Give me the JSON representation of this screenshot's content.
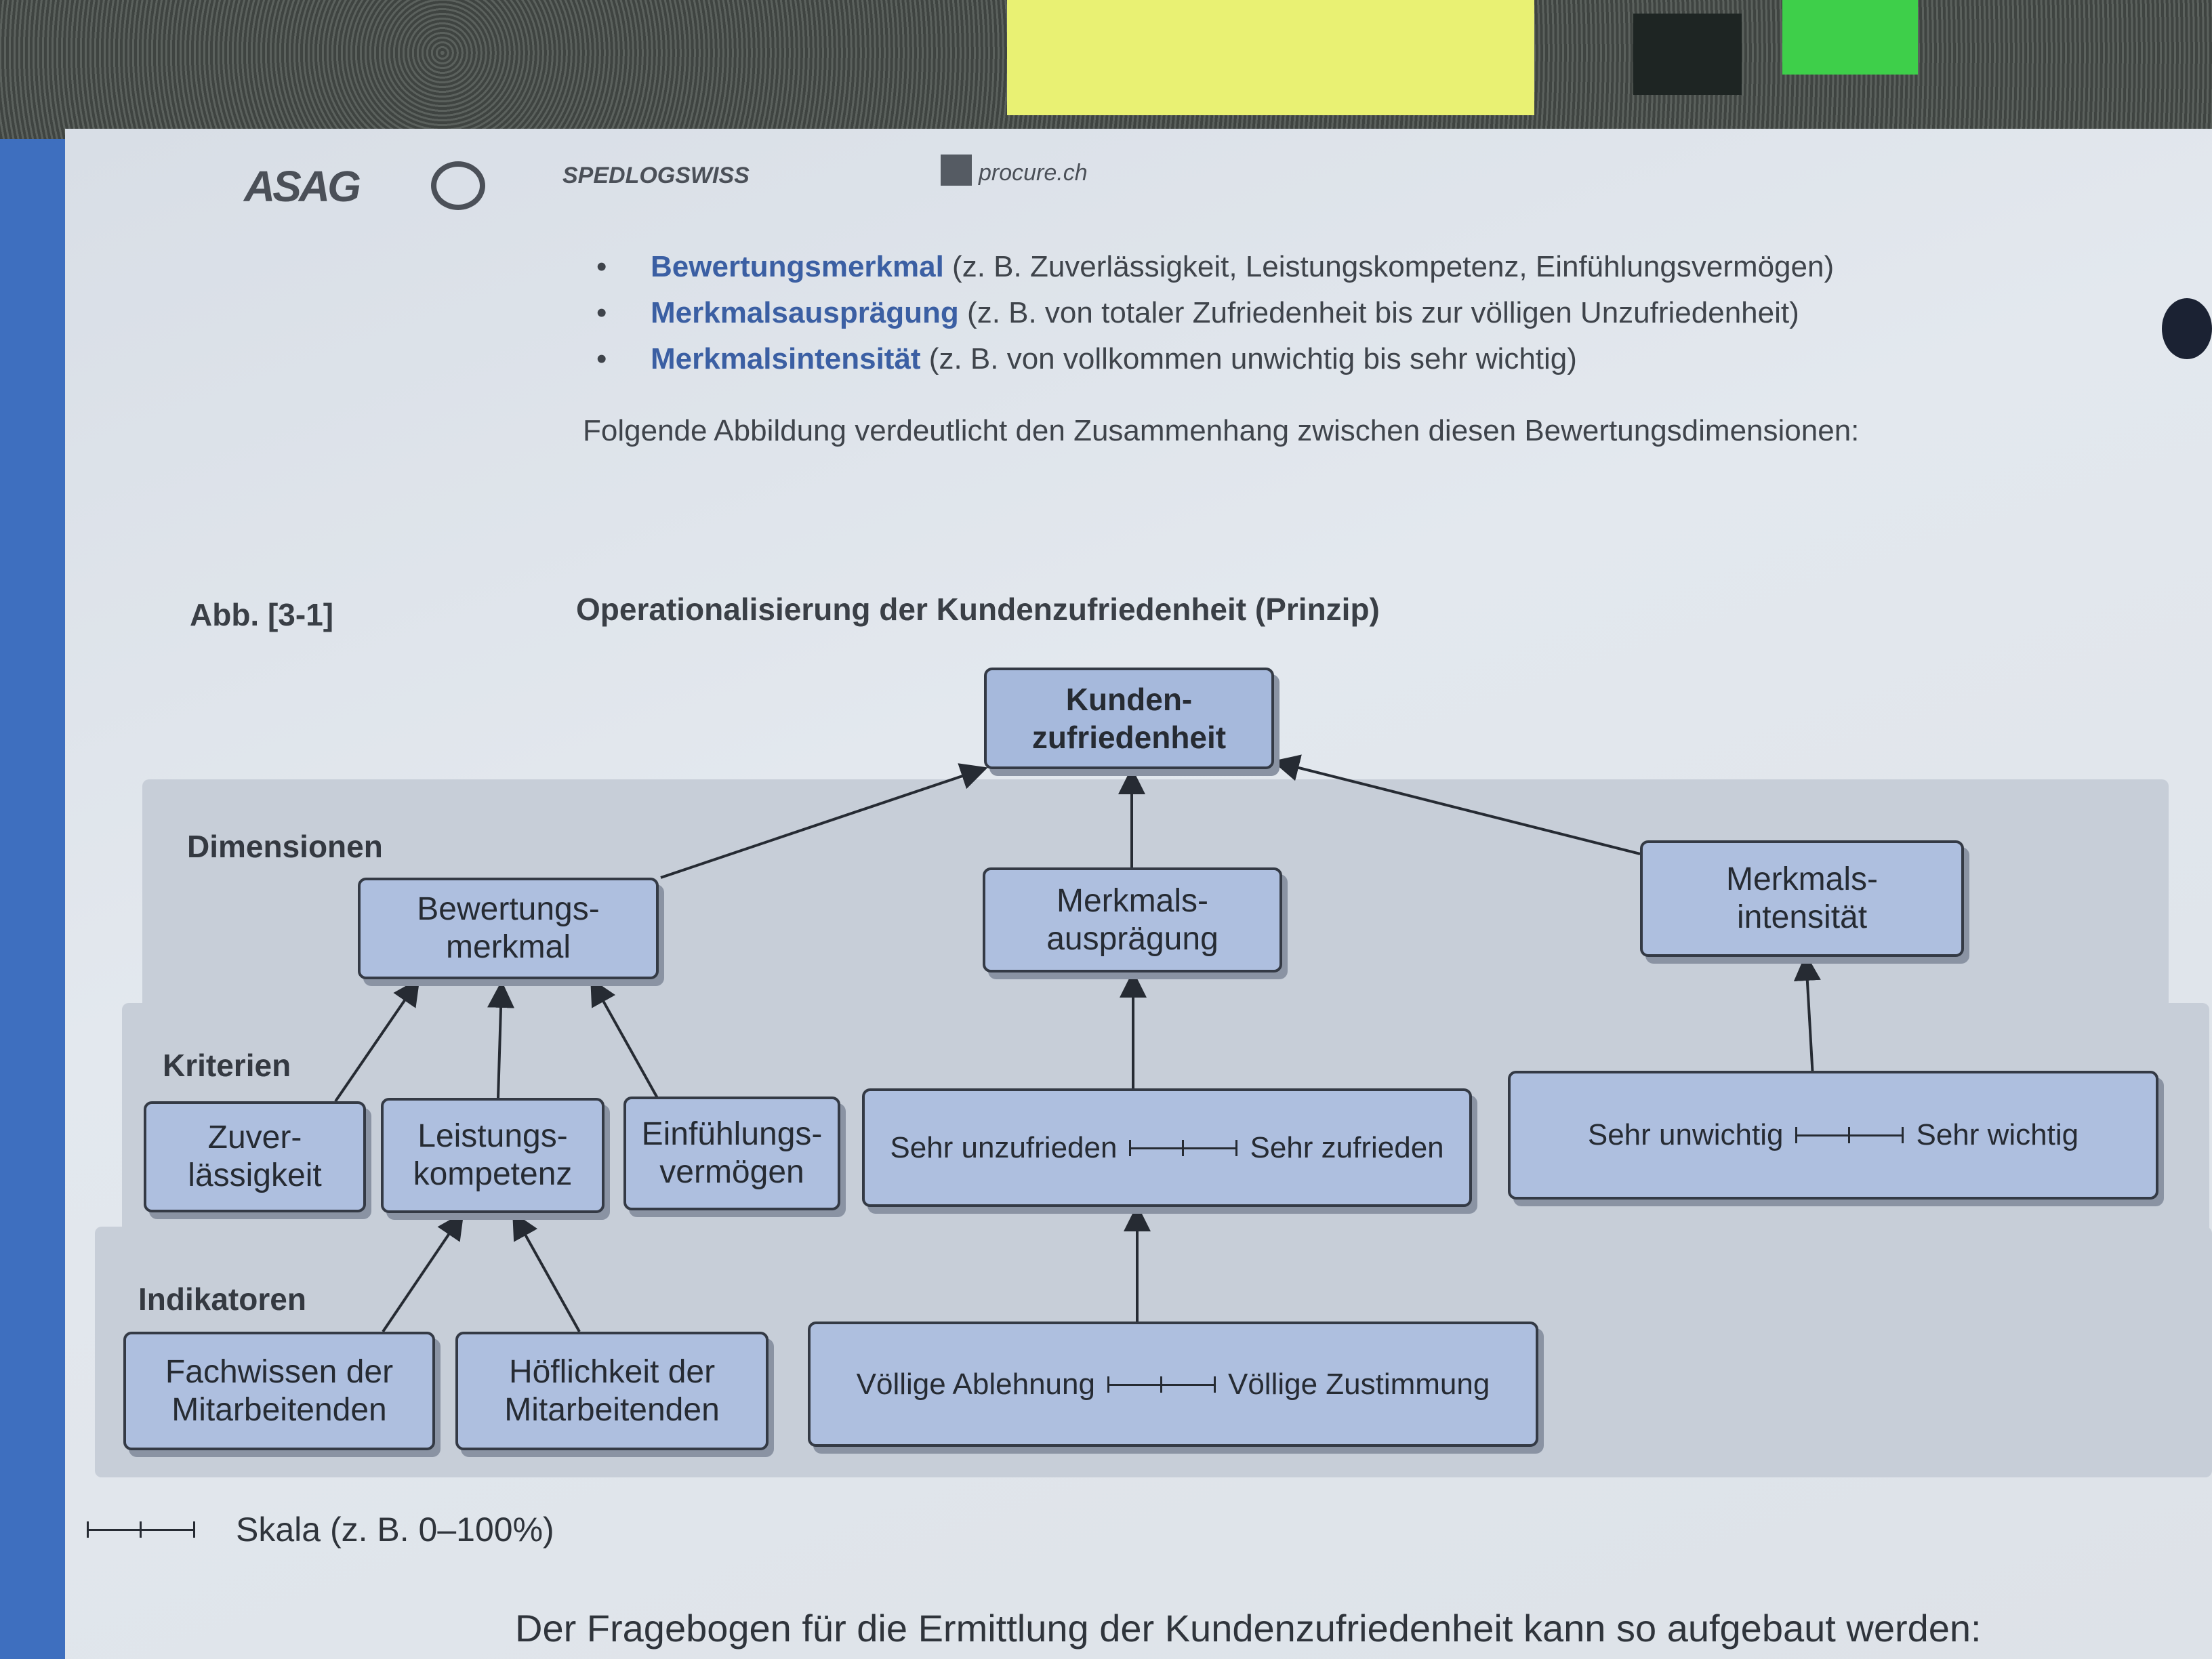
{
  "logos": {
    "asag": "ASAG",
    "spedlogswiss": "SPEDLOGSWISS",
    "procure": "procure.ch"
  },
  "bullets": [
    {
      "term": "Bewertungsmerkmal",
      "rest": " (z. B. Zuverlässigkeit, Leistungskompetenz, Einfühlungsvermögen)"
    },
    {
      "term": "Merkmalsausprägung",
      "rest": " (z. B. von totaler Zufriedenheit bis zur völligen Unzufriedenheit)"
    },
    {
      "term": "Merkmalsintensität",
      "rest": " (z. B. von vollkommen unwichtig bis sehr wichtig)"
    }
  ],
  "intro": "Folgende Abbildung verdeutlicht den Zusammenhang zwischen diesen Bewertungsdimen­sionen:",
  "figure": {
    "number": "Abb. [3-1]",
    "title": "Operationalisierung der Kundenzufriedenheit (Prinzip)",
    "top": "Kunden-\nzufriedenheit",
    "bands": {
      "dimensionen": "Dimensionen",
      "kriterien": "Kriterien",
      "indikatoren": "Indikatoren"
    },
    "dims": {
      "bewertungsmerkmal": "Bewertungs-\nmerkmal",
      "merkmalsauspraegung": "Merkmals-\nausprägung",
      "merkmalsintensitaet": "Merkmals-\nintensität"
    },
    "criteria": {
      "zuverlaessigkeit": "Zuver-\nlässigkeit",
      "leistungskompetenz": "Leistungs-\nkompetenz",
      "einfuehlungsvermoegen": "Einfühlungs-\nvermögen",
      "zufriedenheit_left": "Sehr unzufrieden",
      "zufriedenheit_right": "Sehr zufrieden",
      "wichtigkeit_left": "Sehr unwichtig",
      "wichtigkeit_right": "Sehr wichtig"
    },
    "indicators": {
      "fachwissen": "Fachwissen der\nMitarbeitenden",
      "hoeflichkeit": "Höflichkeit der\nMitarbeitenden",
      "zustimmung_left": "Völlige Ablehnung",
      "zustimmung_right": "Völlige Zustimmung"
    },
    "legend": "Skala (z. B. 0–100%)"
  },
  "bottom_text": "Der Fragebogen für die Ermittlung der Kundenzufriedenheit kann so aufgebaut werden:",
  "colors": {
    "box_fill": "#aebfdf",
    "band_fill": "#c7ced8",
    "term_blue": "#3b5fa3"
  }
}
